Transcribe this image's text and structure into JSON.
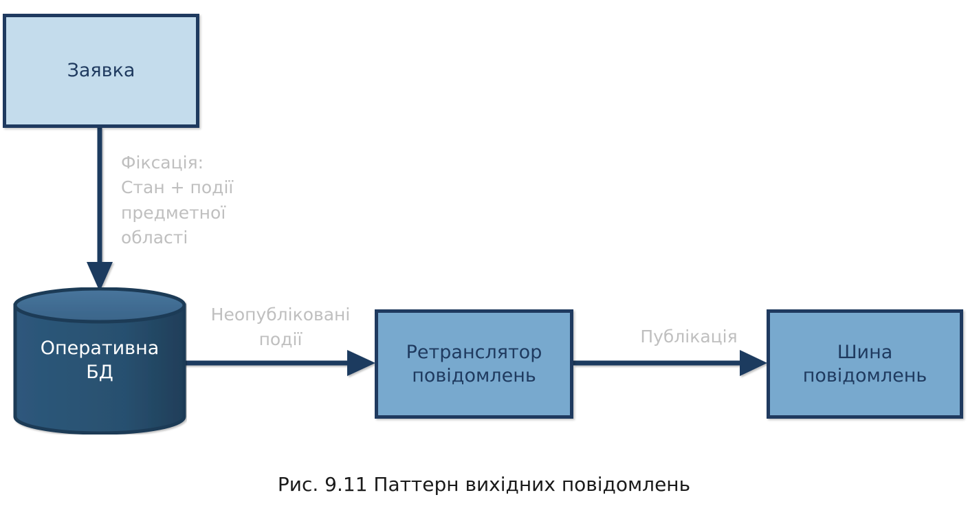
{
  "figure": {
    "caption": "Рис. 9.11 Паттерн вихідних повідомлень",
    "type": "flow-diagram",
    "background_color": "#FFFFFF"
  },
  "palette": {
    "border_navy": "#1F3A5F",
    "box_light_fill": "#C4DCEC",
    "box_medium_fill": "#78A9CE",
    "cylinder_body": "#2C5578",
    "cylinder_top": "#416D94",
    "edge_label_gray": "#BFBFBF",
    "connector_navy": "#1F3A5F",
    "white_text": "#FFFFFF"
  },
  "nodes": [
    {
      "id": "request",
      "shape": "rectangle",
      "label": "Заявка",
      "fill": "#C4DCEC",
      "text_color": "#1F3A5F"
    },
    {
      "id": "database",
      "shape": "cylinder",
      "label": "Оперативна\nБД",
      "fill": "#2C5578",
      "text_color": "#FFFFFF"
    },
    {
      "id": "relay",
      "shape": "rectangle",
      "label": "Ретранслятор\nповідомлень",
      "fill": "#78A9CE",
      "text_color": "#1F3A5F"
    },
    {
      "id": "bus",
      "shape": "rectangle",
      "label": "Шина\nповідомлень",
      "fill": "#78A9CE",
      "text_color": "#1F3A5F"
    }
  ],
  "edges": [
    {
      "id": "request-to-database",
      "from": "request",
      "to": "database",
      "direction": "down",
      "label": "Фіксація:\nСтан + події\nпредметної\nобласті",
      "label_color": "#BFBFBF"
    },
    {
      "id": "database-to-relay",
      "from": "database",
      "to": "relay",
      "direction": "right",
      "label": "Неопубліковані\nподії",
      "label_color": "#BFBFBF"
    },
    {
      "id": "relay-to-bus",
      "from": "relay",
      "to": "bus",
      "direction": "right",
      "label": "Публікація",
      "label_color": "#BFBFBF"
    }
  ]
}
